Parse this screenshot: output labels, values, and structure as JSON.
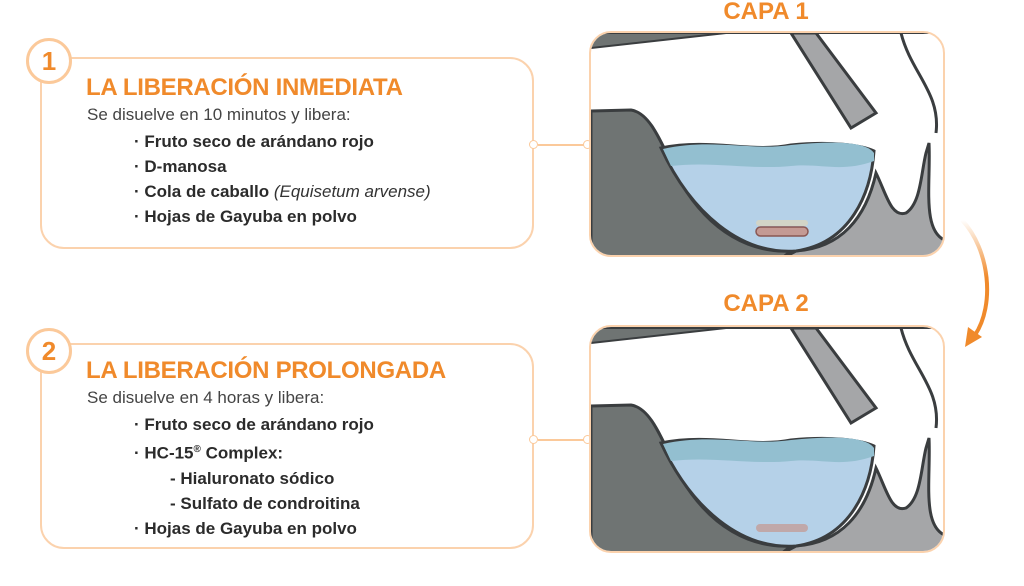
{
  "layers": [
    {
      "number": "1",
      "capa": "CAPA 1",
      "title": "LA LIBERACIÓN INMEDIATA",
      "subtitle": "Se disuelve en 10 minutos y libera:",
      "items": [
        "· Fruto seco de arándano rojo",
        "· D-manosa",
        "· Cola de caballo ",
        "· Hojas de Gayuba en polvo"
      ],
      "item_italic": "(Equisetum arvense)"
    },
    {
      "number": "2",
      "capa": "CAPA 2",
      "title": "LA LIBERACIÓN PROLONGADA",
      "subtitle": "Se disuelve en 4 horas y libera:",
      "items": [
        "· Fruto seco de arándano rojo",
        "· HC-15",
        "- Hialuronato sódico",
        "- Sulfato de condroitina",
        "· Hojas de Gayuba en polvo"
      ],
      "trademark": "®",
      "item_suffix": " Complex:"
    }
  ],
  "colors": {
    "accent": "#f08a2b",
    "border": "#fbd2ad",
    "water": "#b5d1e8",
    "water_top": "#93bfd0",
    "dark_gray": "#6f7473",
    "light_gray": "#a5a6a8"
  }
}
